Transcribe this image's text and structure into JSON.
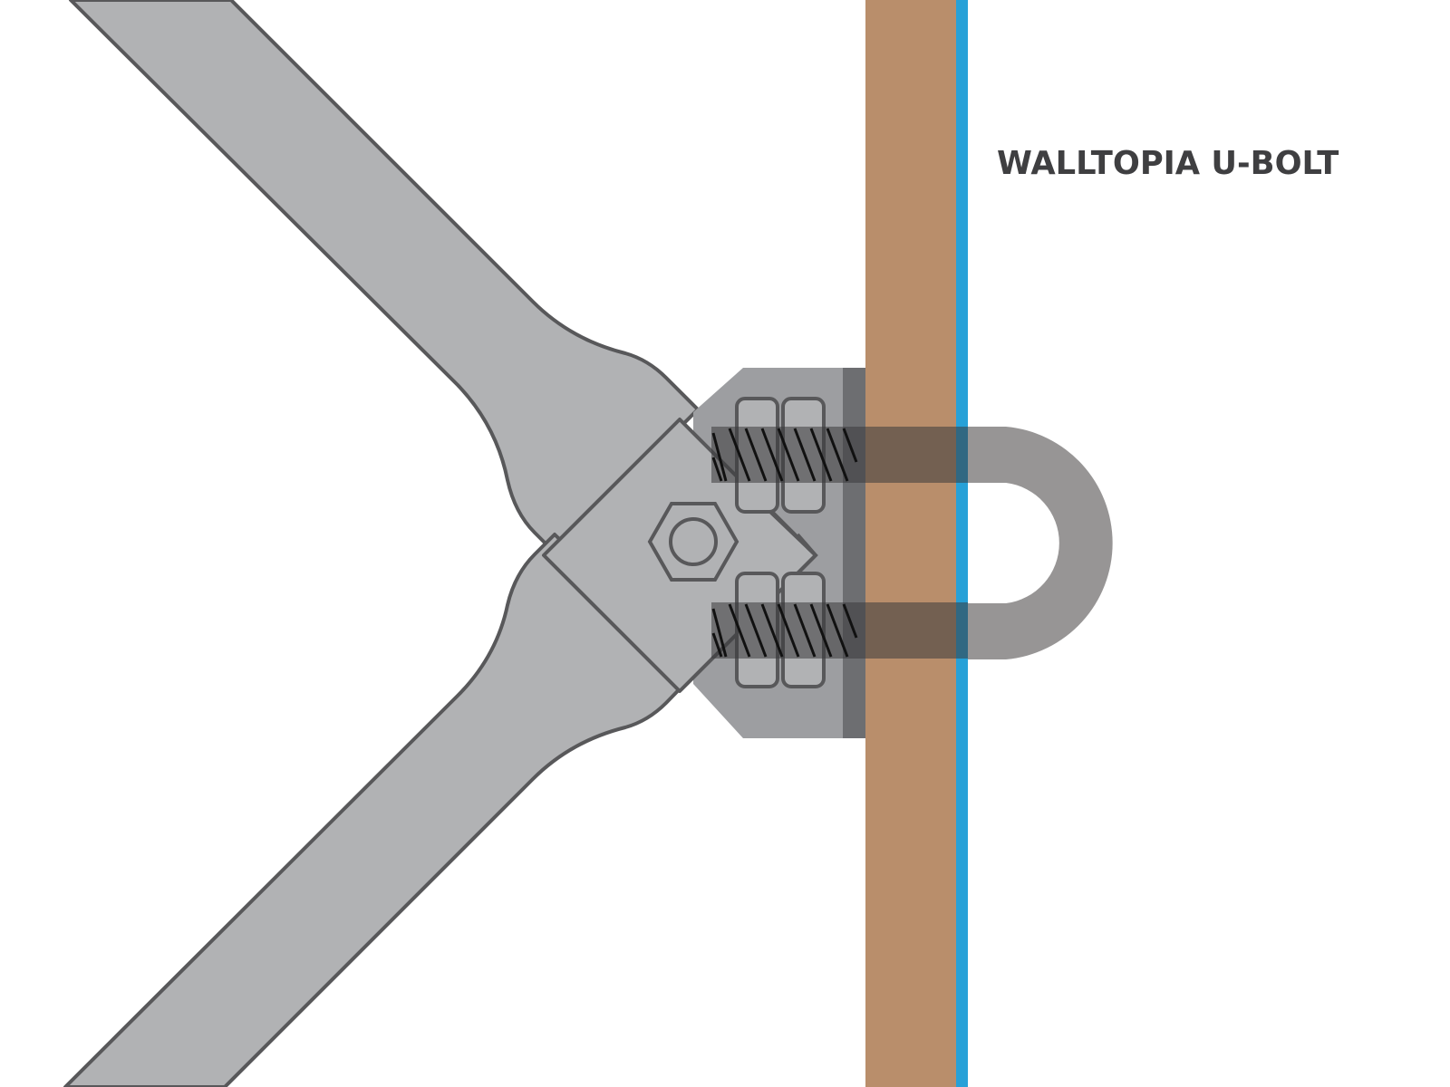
{
  "title": "WALLTOPIA U-BOLT",
  "colors": {
    "background": "#ffffff",
    "arm_fill": "#b1b2b4",
    "outline": "#58585a",
    "bracket_fill": "#9d9ea1",
    "bracket_edge": "#6d6e71",
    "wood_panel": "#b98e6b",
    "wall_face_blue": "#27a1d8",
    "ubolt": "#979595",
    "thread_overlay": "#3a3a3c",
    "title_text": "#3f3f41"
  },
  "components": {
    "hold_arms": "X-shaped hold arms",
    "center_plate": "center plate with hex nut",
    "mount_bracket": "mount bracket",
    "nuts": [
      "upper nut pair",
      "lower nut pair"
    ],
    "threaded_rods": [
      "upper thread",
      "lower thread"
    ],
    "wall_panel": "plywood wall panel",
    "wall_face": "wall face",
    "u_bolt": "U-bolt"
  }
}
